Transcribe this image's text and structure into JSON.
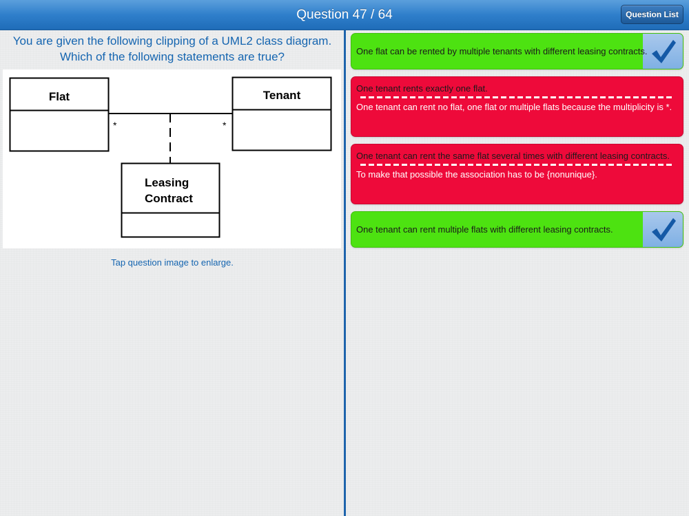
{
  "header": {
    "title": "Question 47 / 64",
    "question_list_label": "Question List"
  },
  "question": {
    "text": "You are given the following clipping of a UML2 class diagram. Which of the following statements are true?",
    "hint": "Tap question image to enlarge."
  },
  "diagram": {
    "classes": {
      "flat": "Flat",
      "tenant": "Tenant",
      "leasing_line1": "Leasing",
      "leasing_line2": "Contract"
    },
    "multiplicity_left": "*",
    "multiplicity_right": "*"
  },
  "answers": [
    {
      "statement": "One flat can be rented by multiple tenants with different leasing contracts.",
      "correct": true,
      "checked": true,
      "explanation": ""
    },
    {
      "statement": "One tenant rents exactly one flat.",
      "correct": false,
      "checked": false,
      "explanation": "One tenant can rent no flat, one flat or multiple flats because the multiplicity is *."
    },
    {
      "statement": "One tenant can rent the same flat several times with different leasing contracts.",
      "correct": false,
      "checked": false,
      "explanation": "To make that possible the association has to be {nonunique}."
    },
    {
      "statement": "One tenant can rent multiple flats with different leasing contracts.",
      "correct": true,
      "checked": true,
      "explanation": ""
    }
  ],
  "colors": {
    "correct": "#4de211",
    "incorrect": "#ee0a3a",
    "accent": "#1565b0"
  },
  "icons": {
    "checkmark": "checkmark-icon"
  }
}
